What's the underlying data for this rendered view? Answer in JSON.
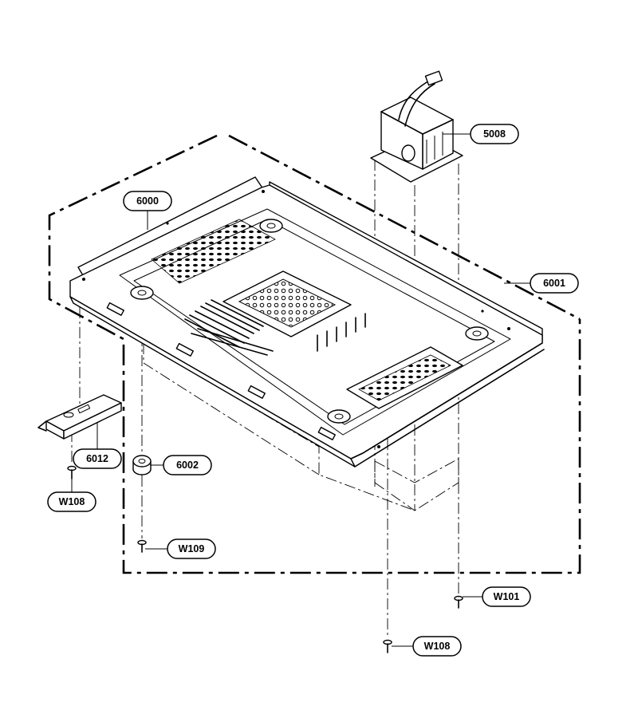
{
  "callouts": {
    "p5008": "5008",
    "p6000": "6000",
    "p6001": "6001",
    "p6002": "6002",
    "p6012": "6012",
    "w108_left": "W108",
    "w109": "W109",
    "w101": "W101",
    "w108_bottom": "W108"
  }
}
